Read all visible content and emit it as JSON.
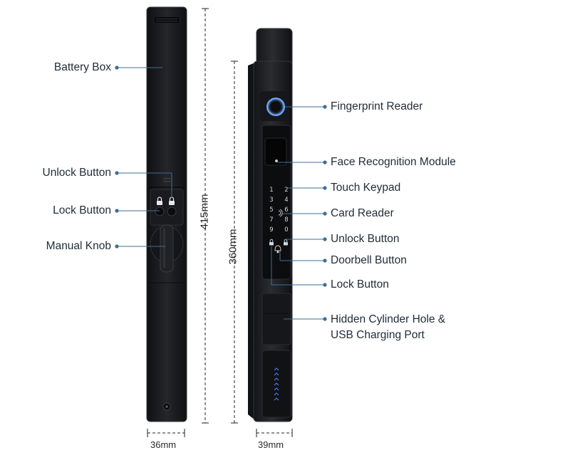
{
  "left_labels": {
    "battery_box": "Battery Box",
    "unlock_button": "Unlock Button",
    "lock_button": "Lock Button",
    "manual_knob": "Manual Knob"
  },
  "right_labels": {
    "fingerprint_reader": "Fingerprint Reader",
    "face_recognition_module": "Face Recognition Module",
    "touch_keypad": "Touch Keypad",
    "card_reader": "Card Reader",
    "unlock_button": "Unlock Button",
    "doorbell_button": "Doorbell Button",
    "lock_button": "Lock Button",
    "hidden_cylinder_line1": "Hidden Cylinder Hole &",
    "hidden_cylinder_line2": "USB Charging Port"
  },
  "dimensions": {
    "inner_height": "415mm",
    "outer_height": "360mm",
    "inner_width": "36mm",
    "outer_width": "39mm"
  },
  "keypad": [
    "1",
    "2",
    "3",
    "4",
    "5",
    "6",
    "7",
    "8",
    "9",
    "0"
  ],
  "colors": {
    "leader_line": "#3f6f9a",
    "leader_dot": "#3a6d9c",
    "device_body": "#1c1d20",
    "device_edge": "#3a3b40",
    "fingerprint_ring": "#6aa8ff",
    "usb_glow": "#5b7bff"
  }
}
